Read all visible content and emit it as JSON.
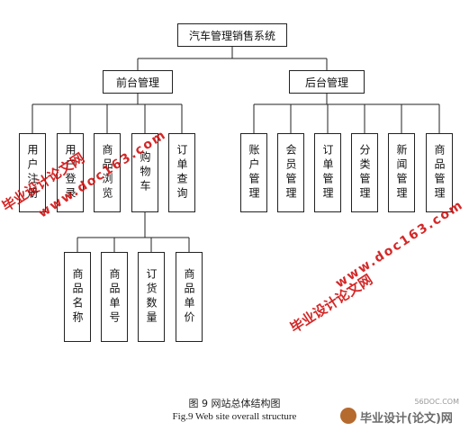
{
  "diagram": {
    "root": "汽车管理销售系统",
    "front": {
      "label": "前台管理",
      "children": [
        "用户注册",
        "用户登录",
        "商品浏览",
        "购物车",
        "订单查询"
      ]
    },
    "back": {
      "label": "后台管理",
      "children": [
        "账户管理",
        "会员管理",
        "订单管理",
        "分类管理",
        "新闻管理",
        "商品管理"
      ]
    },
    "cart_children": [
      "商品名称",
      "商品单号",
      "订货数量",
      "商品单价"
    ]
  },
  "caption": {
    "cn": "图 9    网站总体结构图",
    "en": "Fig.9    Web site overall structure"
  },
  "watermarks": {
    "a": "毕业设计论文网",
    "b": "www.doc163.com",
    "logo": "毕业设计(论文)网",
    "logo_url": "56DOC.COM"
  },
  "colors": {
    "watermark": "#d01010",
    "line": "#222222"
  }
}
